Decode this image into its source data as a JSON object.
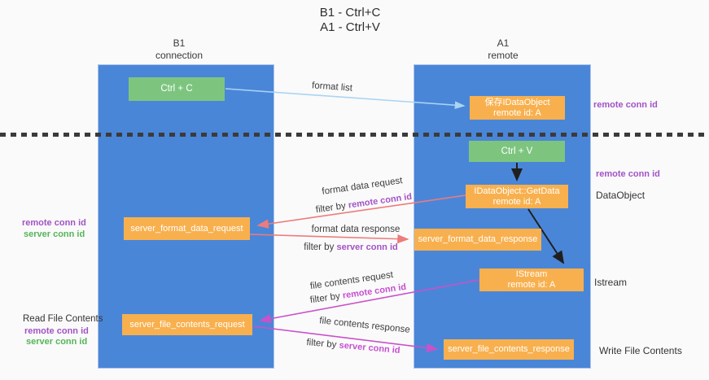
{
  "title": {
    "line1": "B1 - Ctrl+C",
    "line2": "A1 - Ctrl+V"
  },
  "lifelines": {
    "left": {
      "name": "B1",
      "role": "connection"
    },
    "right": {
      "name": "A1",
      "role": "remote"
    }
  },
  "boxes": {
    "ctrl_c": {
      "label": "Ctrl + C"
    },
    "save_dataobject": {
      "line1": "保存IDataObject",
      "line2": "remote id: A"
    },
    "ctrl_v": {
      "label": "Ctrl + V"
    },
    "getdata": {
      "line1": "IDataObject::GetData",
      "line2": "remote id: A"
    },
    "format_request": {
      "label": "server_format_data_request"
    },
    "format_response": {
      "label": "server_format_data_response"
    },
    "istream": {
      "line1": "IStream",
      "line2": "remote id: A"
    },
    "file_request": {
      "label": "server_file_contents_request"
    },
    "file_response": {
      "label": "server_file_contents_response"
    }
  },
  "messages": {
    "format_list": {
      "label": "format list"
    },
    "format_data_request": {
      "label": "format data request",
      "filter_prefix": "filter by",
      "filter_key": "remote conn id"
    },
    "format_data_response": {
      "label": "format data response",
      "filter_prefix": "filter by",
      "filter_key": "server conn id"
    },
    "file_contents_request": {
      "label": "file contents request",
      "filter_prefix": "filter by",
      "filter_key": "remote conn id"
    },
    "file_contents_response": {
      "label": "file contents response",
      "filter_prefix": "filter by",
      "filter_key": "server conn id"
    }
  },
  "annotations": {
    "remote_conn_id_top": "remote conn id",
    "remote_conn_id_mid": "remote conn id",
    "dataobject": "DataObject",
    "istream": "Istream",
    "write_file": "Write File Contents",
    "read_file": "Read File Contents",
    "left_format": {
      "remote": "remote conn id",
      "server": "server conn id"
    },
    "left_file": {
      "remote": "remote conn id",
      "server": "server conn id"
    }
  },
  "colors": {
    "lifeline_blue": "#4a86d8",
    "box_orange": "#f8b04e",
    "box_green": "#7dc57f",
    "purple_label": "#a253c6",
    "magenta_label": "#c64fd0",
    "green_label": "#54b557",
    "salmon_arrow": "#ee7b7b",
    "magenta_arrow": "#c952c9",
    "light_blue_arrow": "#a9d4f2",
    "black_arrow": "#1f1f1f",
    "dash_line": "#3b3b3b"
  }
}
